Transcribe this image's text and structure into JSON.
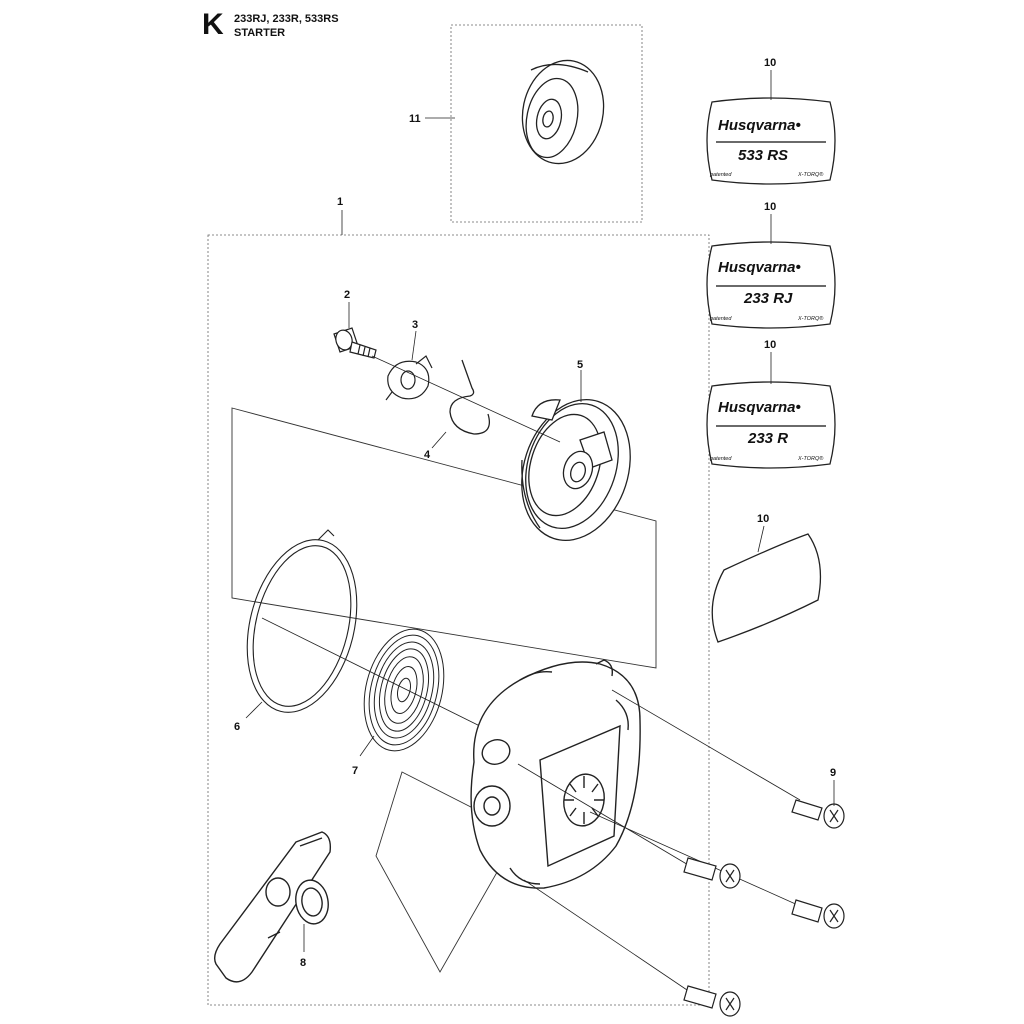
{
  "header": {
    "section_letter": "K",
    "models": "233RJ, 233R, 533RS",
    "section_title": "STARTER"
  },
  "callouts": {
    "c1": "1",
    "c2": "2",
    "c3": "3",
    "c4": "4",
    "c5": "5",
    "c6": "6",
    "c7": "7",
    "c8": "8",
    "c9": "9",
    "c10a": "10",
    "c10b": "10",
    "c10c": "10",
    "c10d": "10",
    "c11": "11"
  },
  "decals": [
    {
      "brand": "Husqvarna",
      "model": "533 RS",
      "left_note": "patented",
      "right_note": "X-TORQ"
    },
    {
      "brand": "Husqvarna",
      "model": "233 RJ",
      "left_note": "patented",
      "right_note": "X-TORQ"
    },
    {
      "brand": "Husqvarna",
      "model": "233 R",
      "left_note": "patented",
      "right_note": "X-TORQ"
    }
  ],
  "decal_marks": {
    "registered": "®",
    "dot": "•"
  }
}
